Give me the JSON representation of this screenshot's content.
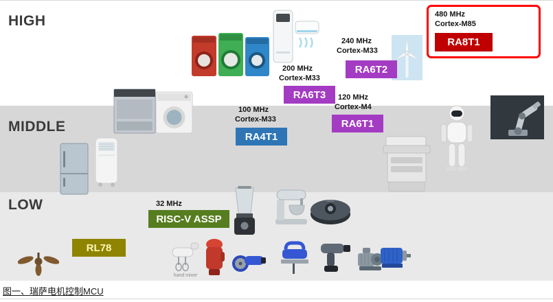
{
  "figure": {
    "caption": "图一、瑞萨电机控制MCU"
  },
  "tiers": {
    "high": {
      "label": "HIGH",
      "band_color": "#ffffff"
    },
    "middle": {
      "label": "MIDDLE",
      "band_color": "#d7d7d7"
    },
    "low": {
      "label": "LOW",
      "band_color": "#e9e9e9"
    }
  },
  "chips": {
    "ra8t1": {
      "freq": "480 MHz",
      "core": "Cortex-M85",
      "label": "RA8T1",
      "color": "#c00000",
      "text_color": "#ffffff",
      "highlight_color": "#ff0000"
    },
    "ra6t2": {
      "freq": "240 MHz",
      "core": "Cortex-M33",
      "label": "RA6T2",
      "color": "#a43bc3",
      "text_color": "#ffffff"
    },
    "ra6t3": {
      "freq": "200 MHz",
      "core": "Cortex-M33",
      "label": "RA6T3",
      "color": "#a43bc3",
      "text_color": "#ffffff"
    },
    "ra6t1": {
      "freq": "120 MHz",
      "core": "Cortex-M4",
      "label": "RA6T1",
      "color": "#a43bc3",
      "text_color": "#ffffff"
    },
    "ra4t1": {
      "freq": "100 MHz",
      "core": "Cortex-M33",
      "label": "RA4T1",
      "color": "#2e75b6",
      "text_color": "#ffffff"
    },
    "riscv": {
      "freq": "32 MHz",
      "label": "RISC-V ASSP",
      "color": "#567d1f",
      "text_color": "#ffffff"
    },
    "rl78": {
      "label": "RL78",
      "color": "#8f8400",
      "text_color": "#fdf6b8"
    }
  },
  "images": {
    "hand_mixer_caption": "hand mixer",
    "icons": [
      "washing-machines",
      "air-conditioners",
      "wind-turbine",
      "dishwasher",
      "dryer",
      "refrigerator",
      "portable-ac",
      "copier",
      "humanoid-robot",
      "robot-arm",
      "blender",
      "stand-mixer",
      "robot-vacuum",
      "ceiling-fan",
      "hand-mixer",
      "coffee-grinder",
      "angle-grinder",
      "jigsaw",
      "power-drill",
      "water-pump",
      "electric-motor"
    ]
  }
}
